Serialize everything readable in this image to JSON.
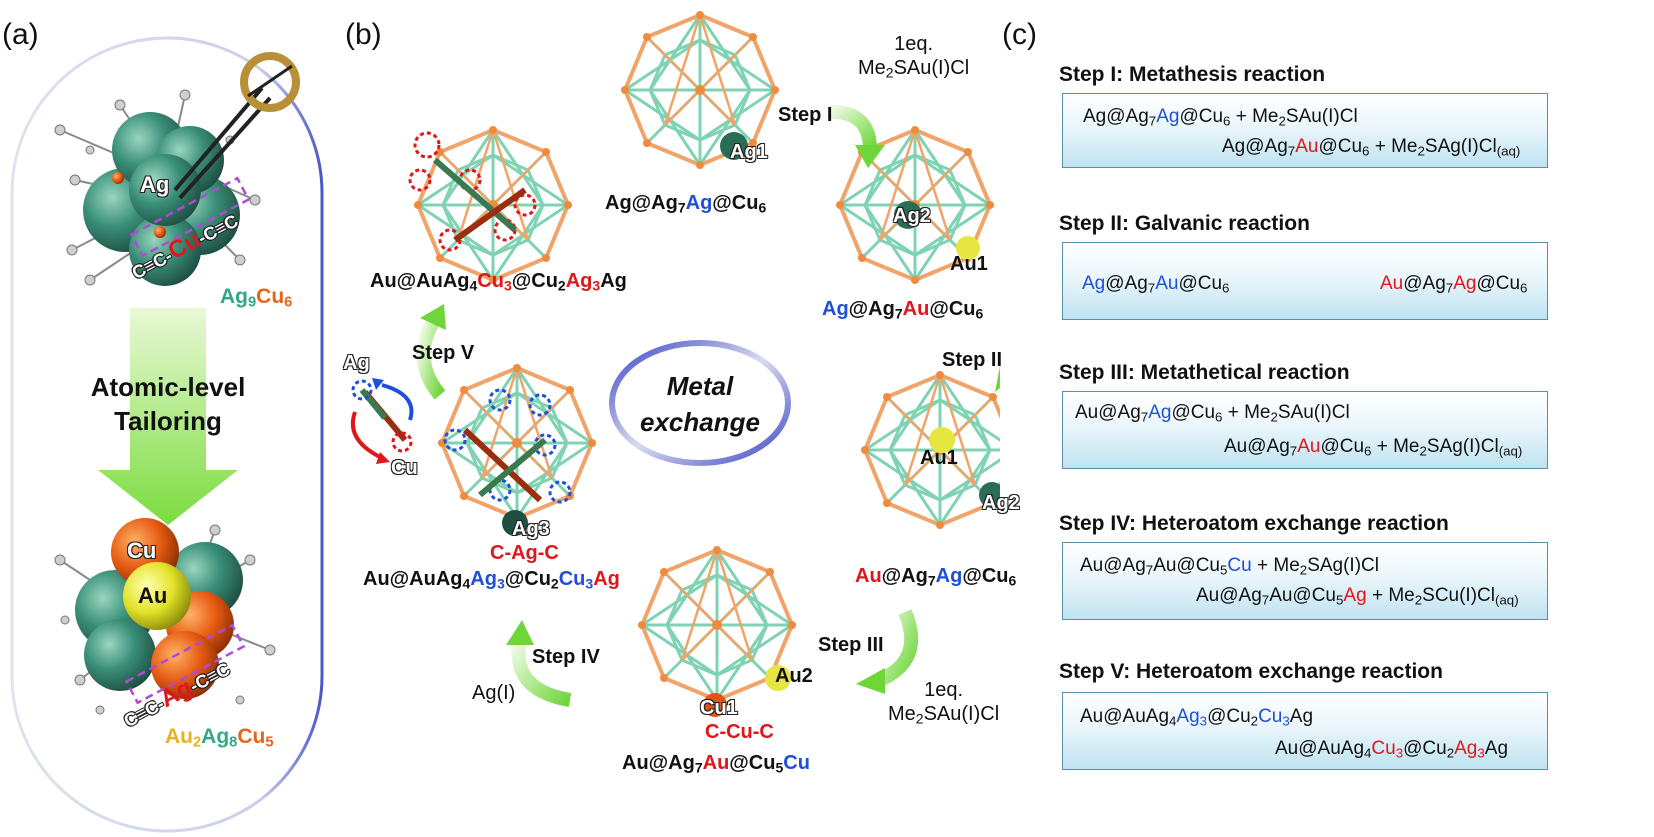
{
  "panels": {
    "a": "(a)",
    "b": "(b)",
    "c": "(c)"
  },
  "panel_a": {
    "ag_label": "Ag",
    "cu_label": "Cu",
    "au_label": "Au",
    "top_formula": {
      "p1": "Ag",
      "s1": "9",
      "p2": "Cu",
      "s2": "6"
    },
    "tailoring_line1": "Atomic-level",
    "tailoring_line2": "Tailoring",
    "bottom_formula": {
      "p1": "Au",
      "s1": "2",
      "p2": "Ag",
      "s2": "8",
      "p3": "Cu",
      "s3": "5"
    },
    "ligand_top": {
      "a": "C≡C-",
      "b": "Cu",
      "c": "-C≡C"
    },
    "ligand_bottom": {
      "a": "C≡C-",
      "b": "Ag",
      "c": "-C≡C"
    }
  },
  "panel_b": {
    "center_line1": "Metal",
    "center_line2": "exchange",
    "reagent_top": {
      "line1": "1eq.",
      "line2a": "Me",
      "line2s": "2",
      "line2b": "SAu(I)Cl"
    },
    "reagent_bottom": {
      "line1": "1eq.",
      "line2a": "Me",
      "line2s": "2",
      "line2b": "SAu(I)Cl"
    },
    "agI": "Ag(I)",
    "steps": {
      "s1": "Step I",
      "s2": "Step II",
      "s3": "Step III",
      "s4": "Step IV",
      "s5": "Step V"
    },
    "atoms": {
      "ag1": "Ag1",
      "ag2": "Ag2",
      "au1": "Au1",
      "au1b": "Au1",
      "ag2b": "Ag2",
      "au2": "Au2",
      "cu1": "Cu1",
      "ag3": "Ag3",
      "ag": "Ag",
      "cu": "Cu"
    },
    "cu_c": "C-Cu-C",
    "ag_c": "C-Ag-C"
  },
  "panel_c": {
    "step1": "Step I: Metathesis reaction",
    "step2": "Step II: Galvanic reaction",
    "step3": "Step III: Metathetical reaction",
    "step4": "Step IV: Heteroatom exchange reaction",
    "step5": "Step V: Heteroatom exchange reaction"
  }
}
